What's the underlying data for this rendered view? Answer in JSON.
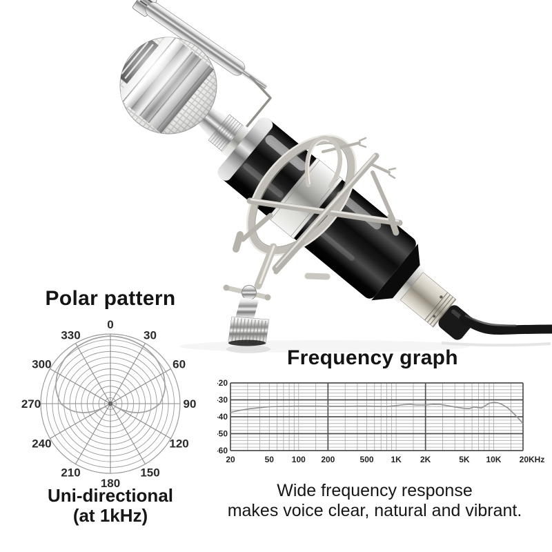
{
  "page": {
    "background": "#ffffff",
    "text_color": "#141414"
  },
  "photo": {
    "subject": "condenser-microphone-product-photo",
    "parts": [
      "pop-filter",
      "mesh-ball-head",
      "neck-knurl-ring",
      "black-mic-body",
      "silver-mid-band",
      "spider-shock-mount",
      "stand-hinge-thumbscrew",
      "knurled-stand-base",
      "xlr-connector",
      "black-cable"
    ],
    "colors": {
      "chrome": "#d9d9d9",
      "body_black": "#0c0c0c",
      "mount_silver": "#c7c5bd",
      "nickel": "#c3bdb1",
      "cable_black": "#161616"
    }
  },
  "polar_section": {
    "title": "Polar pattern",
    "caption_line1": "Uni-directional",
    "caption_line2": "(at 1kHz)"
  },
  "frequency_section": {
    "title": "Frequency graph",
    "caption_line1": "Wide frequency response",
    "caption_line2": "makes voice clear, natural and vibrant."
  },
  "chart_data": [
    {
      "type": "polar",
      "title": "Polar pattern",
      "pattern": "uni-directional",
      "measured_at": "1kHz",
      "angle_labels": [
        "0",
        "30",
        "60",
        "90",
        "120",
        "150",
        "180",
        "210",
        "240",
        "270",
        "300",
        "330"
      ],
      "angle_step_deg": 30,
      "rings": 12,
      "grid_color": "#9a9a9a",
      "curve_color": "#a4a4a4",
      "lobe_deg_r": [
        [
          0,
          0.97
        ],
        [
          15,
          0.96
        ],
        [
          30,
          0.945
        ],
        [
          45,
          0.92
        ],
        [
          60,
          0.875
        ],
        [
          75,
          0.81
        ],
        [
          90,
          0.71
        ],
        [
          100,
          0.57
        ],
        [
          108,
          0.42
        ],
        [
          114,
          0.28
        ],
        [
          119,
          0.14
        ],
        [
          123,
          0
        ]
      ]
    },
    {
      "type": "line",
      "title": "Frequency graph",
      "xscale": "log",
      "xlim_hz": [
        20,
        20000
      ],
      "ylim_db": [
        -60,
        -20
      ],
      "ytick_labels": [
        "-20",
        "-30",
        "-40",
        "-50",
        "-60"
      ],
      "ytick_values": [
        -20,
        -30,
        -40,
        -50,
        -60
      ],
      "minor_db_step": 2,
      "xtick_labels": [
        "20",
        "50",
        "100",
        "200",
        "500",
        "1K",
        "2K",
        "5K",
        "10K",
        "20KHz"
      ],
      "xtick_values": [
        20,
        50,
        100,
        200,
        500,
        1000,
        2000,
        5000,
        10000,
        20000
      ],
      "major_grid_hz": [
        20,
        200,
        2000,
        20000
      ],
      "minor_grid_hz": [
        30,
        40,
        50,
        60,
        70,
        80,
        90,
        100,
        150,
        300,
        400,
        500,
        600,
        700,
        800,
        900,
        1000,
        1500,
        3000,
        4000,
        5000,
        6000,
        7000,
        8000,
        9000,
        10000,
        15000
      ],
      "grid_minor_color": "#a8a8a8",
      "grid_major_color": "#4f4f4f",
      "curve_color": "#8f8f8f",
      "response_hz_db": [
        [
          20,
          -37.4
        ],
        [
          25,
          -36.2
        ],
        [
          32,
          -35.2
        ],
        [
          40,
          -34.6
        ],
        [
          50,
          -34.1
        ],
        [
          63,
          -33.9
        ],
        [
          80,
          -33.8
        ],
        [
          100,
          -33.7
        ],
        [
          130,
          -33.7
        ],
        [
          160,
          -33.7
        ],
        [
          200,
          -33.8
        ],
        [
          250,
          -33.8
        ],
        [
          320,
          -33.8
        ],
        [
          400,
          -33.7
        ],
        [
          500,
          -33.7
        ],
        [
          630,
          -33.8
        ],
        [
          800,
          -33.9
        ],
        [
          1000,
          -33.4
        ],
        [
          1200,
          -32.8
        ],
        [
          1400,
          -32.6
        ],
        [
          1600,
          -33.0
        ],
        [
          2000,
          -33.0
        ],
        [
          2400,
          -32.6
        ],
        [
          2800,
          -32.7
        ],
        [
          3200,
          -33.2
        ],
        [
          4000,
          -34.2
        ],
        [
          5000,
          -35.0
        ],
        [
          5600,
          -35.2
        ],
        [
          6300,
          -34.2
        ],
        [
          7000,
          -34.6
        ],
        [
          7500,
          -34.8
        ],
        [
          8000,
          -33.8
        ],
        [
          9000,
          -32.0
        ],
        [
          10000,
          -31.5
        ],
        [
          11000,
          -31.7
        ],
        [
          12000,
          -32.5
        ],
        [
          14000,
          -34.8
        ],
        [
          16000,
          -38.0
        ],
        [
          18000,
          -41.0
        ],
        [
          20000,
          -44.0
        ]
      ]
    }
  ]
}
